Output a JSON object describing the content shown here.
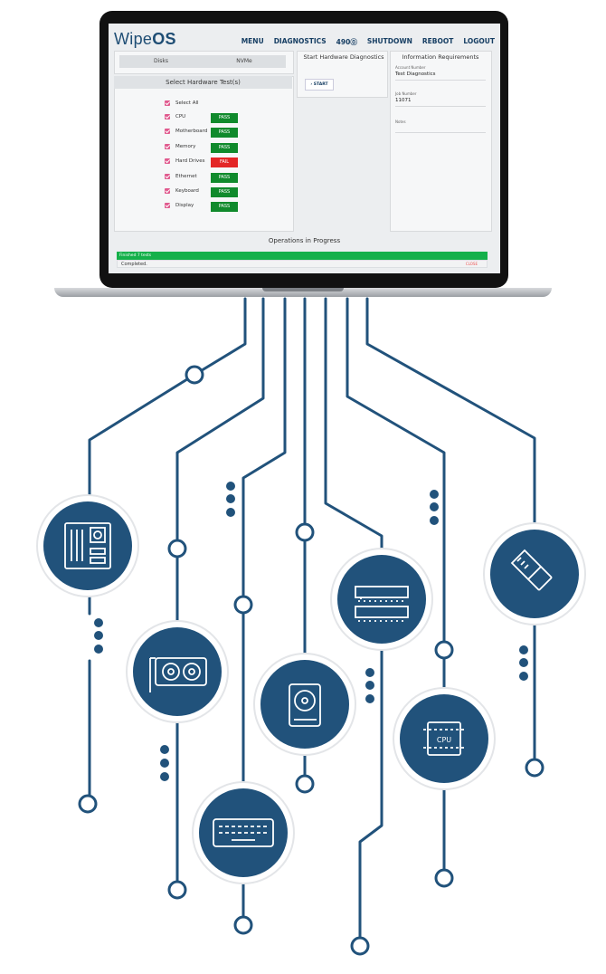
{
  "app": {
    "logo_text": "Wipe",
    "logo_os": "OS"
  },
  "nav": {
    "items": [
      "MENU",
      "DIAGNOSTICS",
      "490⓪",
      "SHUTDOWN",
      "REBOOT",
      "LOGOUT"
    ]
  },
  "disks": {
    "tabs": [
      "Disks",
      "NVMe"
    ]
  },
  "hardware_test": {
    "title": "Select Hardware Test(s)",
    "select_all": "Select All",
    "tests": [
      {
        "label": "CPU",
        "result": "PASS"
      },
      {
        "label": "Motherboard",
        "result": "PASS"
      },
      {
        "label": "Memory",
        "result": "PASS"
      },
      {
        "label": "Hard Drives",
        "result": "FAIL"
      },
      {
        "label": "Ethernet",
        "result": "PASS"
      },
      {
        "label": "Keyboard",
        "result": "PASS"
      },
      {
        "label": "Display",
        "result": "PASS"
      }
    ]
  },
  "start": {
    "title": "Start Hardware Diagnostics",
    "button": "› START"
  },
  "info": {
    "title": "Information Requirements",
    "account_label": "Account Number",
    "account_value": "Test Diagnostics",
    "job_label": "Job Number",
    "job_value": "11071",
    "notes_label": "Notes"
  },
  "operations": {
    "title": "Operations in Progress",
    "progress_text": "Finished 7 tests",
    "progress_fraction": 1.0,
    "status": "Completed.",
    "close": "CLOSE"
  },
  "colors": {
    "brand": "#1e4d74",
    "pass": "#108a2c",
    "fail": "#e32626",
    "progress": "#14b04a",
    "circuit": "#21527b"
  },
  "icons": [
    "motherboard-icon",
    "graphics-card-icon",
    "keyboard-icon",
    "hard-drive-icon",
    "memory-ram-icon",
    "cpu-icon",
    "ethernet-cable-icon"
  ]
}
